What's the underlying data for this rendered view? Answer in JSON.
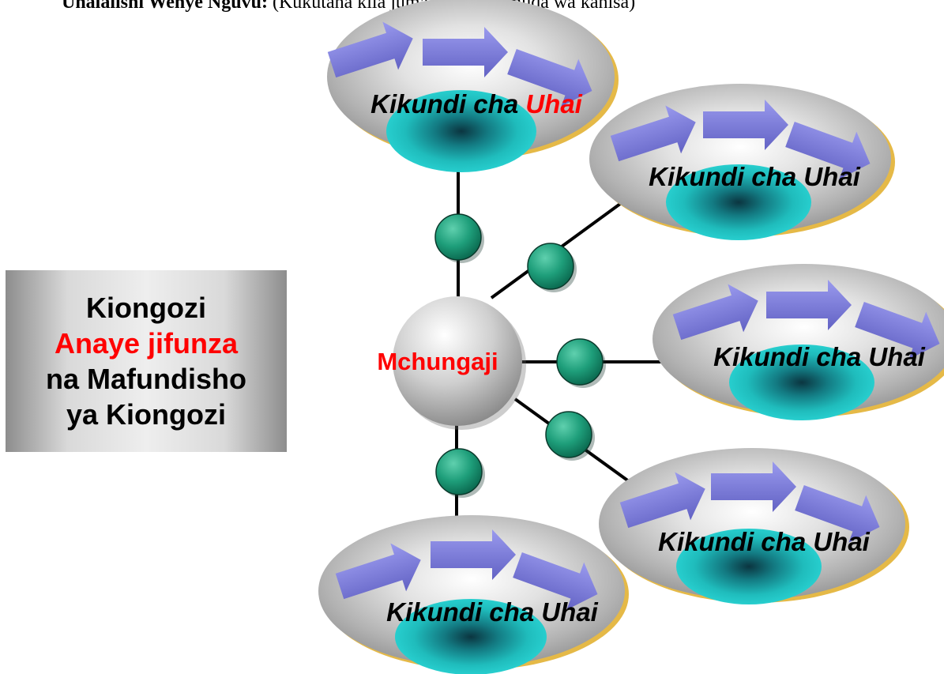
{
  "header": {
    "bold_text": "Uhalalishi Wenye Nguvu:",
    "normal_text": "(Kukutana kila juma kando ya muda wa kanisa)"
  },
  "leader_box": {
    "line1": "Kiongozi",
    "line2": "Anaye jifunza",
    "line3": "na Mafundisho",
    "line4": "ya Kiongozi"
  },
  "hub": {
    "label": "Mchungaji"
  },
  "groups": [
    {
      "label_prefix": "Kikundi cha ",
      "label_suffix": "Uhai",
      "suffix_red": true
    },
    {
      "label_prefix": "Kikundi cha ",
      "label_suffix": "Uhai",
      "suffix_red": false
    },
    {
      "label_prefix": "Kikundi cha ",
      "label_suffix": "Uhai",
      "suffix_red": false
    },
    {
      "label_prefix": "Kikundi cha ",
      "label_suffix": "Uhai",
      "suffix_red": false
    },
    {
      "label_prefix": "Kikundi cha ",
      "label_suffix": "Uhai",
      "suffix_red": false
    }
  ],
  "colors": {
    "accent_red": "#ff0000",
    "connector_green": "#1e9e7a",
    "arrow_purple": "#7b7bd6",
    "inner_cyan": "#22c8c8"
  }
}
